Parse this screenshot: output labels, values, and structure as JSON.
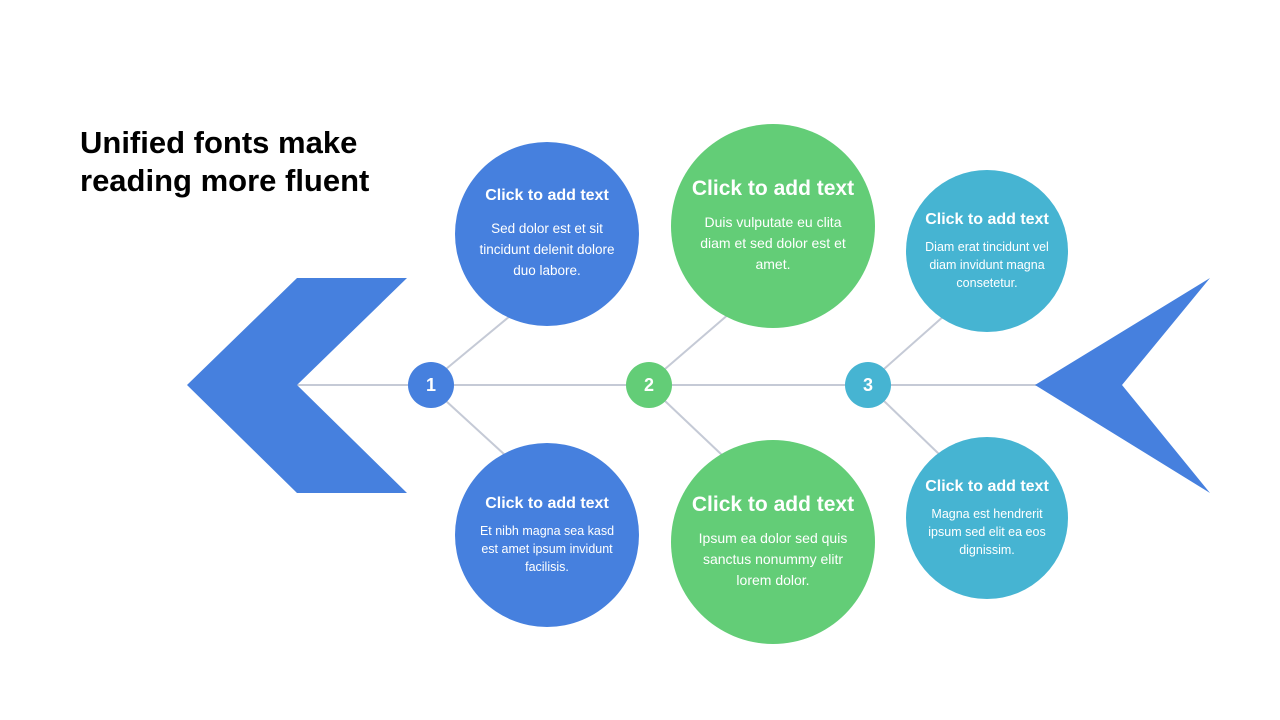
{
  "title": "Unified fonts make reading more fluent",
  "colors": {
    "blue": "#4680DE",
    "green": "#63CD77",
    "teal": "#46B4D2",
    "line": "#C5CAD6"
  },
  "nodes": [
    {
      "label": "1",
      "color": "#4680DE"
    },
    {
      "label": "2",
      "color": "#63CD77"
    },
    {
      "label": "3",
      "color": "#46B4D2"
    }
  ],
  "circles": {
    "c1_top": {
      "heading": "Click to add text",
      "body": "Sed dolor est et sit tincidunt delenit dolore duo labore."
    },
    "c1_bottom": {
      "heading": "Click to add text",
      "body": "Et nibh magna sea kasd est amet ipsum invidunt facilisis."
    },
    "c2_top": {
      "heading": "Click to add text",
      "body": "Duis vulputate eu clita diam et sed dolor est et amet."
    },
    "c2_bottom": {
      "heading": "Click to add text",
      "body": "Ipsum ea dolor sed quis sanctus nonummy elitr lorem dolor."
    },
    "c3_top": {
      "heading": "Click to add text",
      "body": "Diam erat tincidunt vel diam invidunt magna consetetur."
    },
    "c3_bottom": {
      "heading": "Click to add text",
      "body": "Magna est hendrerit ipsum sed elit ea eos dignissim."
    }
  }
}
